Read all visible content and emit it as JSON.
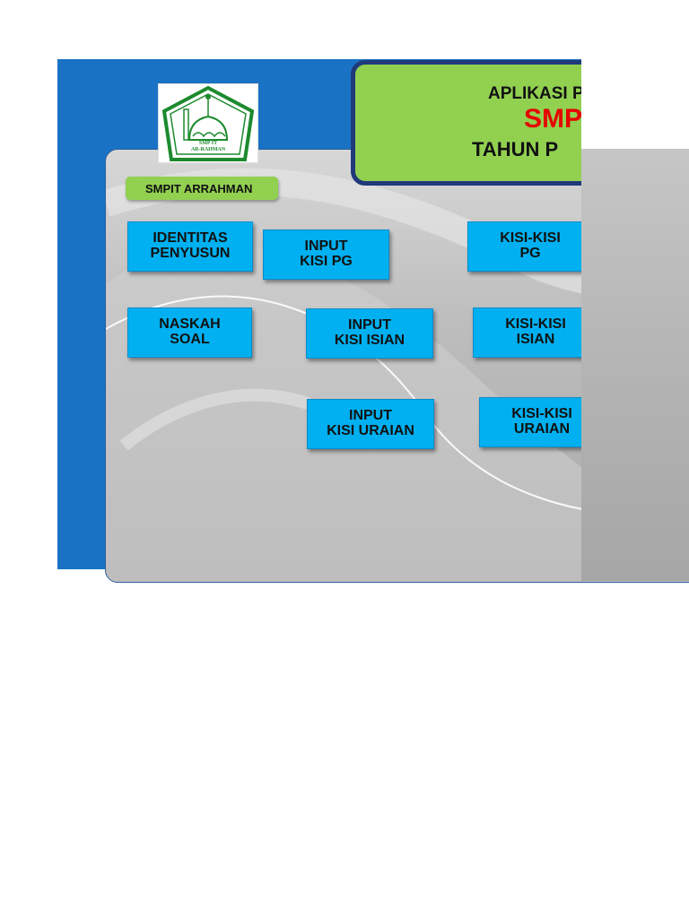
{
  "header": {
    "title_line1": "APLIKASI P",
    "title_line2": "SMP",
    "title_line3": "TAHUN  P",
    "title_line2_color": "#e60000"
  },
  "logo": {
    "caption_line1": "SMP IT",
    "caption_line2": "AR-RAHMAN",
    "icon": "mosque-logo-icon"
  },
  "school_tag": "SMPIT ARRAHMAN",
  "menu": {
    "identitas": [
      "IDENTITAS",
      "PENYUSUN"
    ],
    "input_pg": [
      "INPUT",
      "KISI PG"
    ],
    "kisi_pg": [
      "KISI-KISI",
      "PG"
    ],
    "naskah": [
      "NASKAH",
      "SOAL"
    ],
    "input_isian": [
      "INPUT",
      "KISI ISIAN"
    ],
    "kisi_isian": [
      "KISI-KISI",
      "ISIAN"
    ],
    "input_uraian": [
      "INPUT",
      "KISI URAIAN"
    ],
    "kisi_uraian": [
      "KISI-KISI",
      "URAIAN"
    ]
  },
  "colors": {
    "panel_blue": "#1a72c4",
    "title_green": "#92d050",
    "button_cyan": "#00b0f0",
    "title_border": "#1f3a7a"
  }
}
